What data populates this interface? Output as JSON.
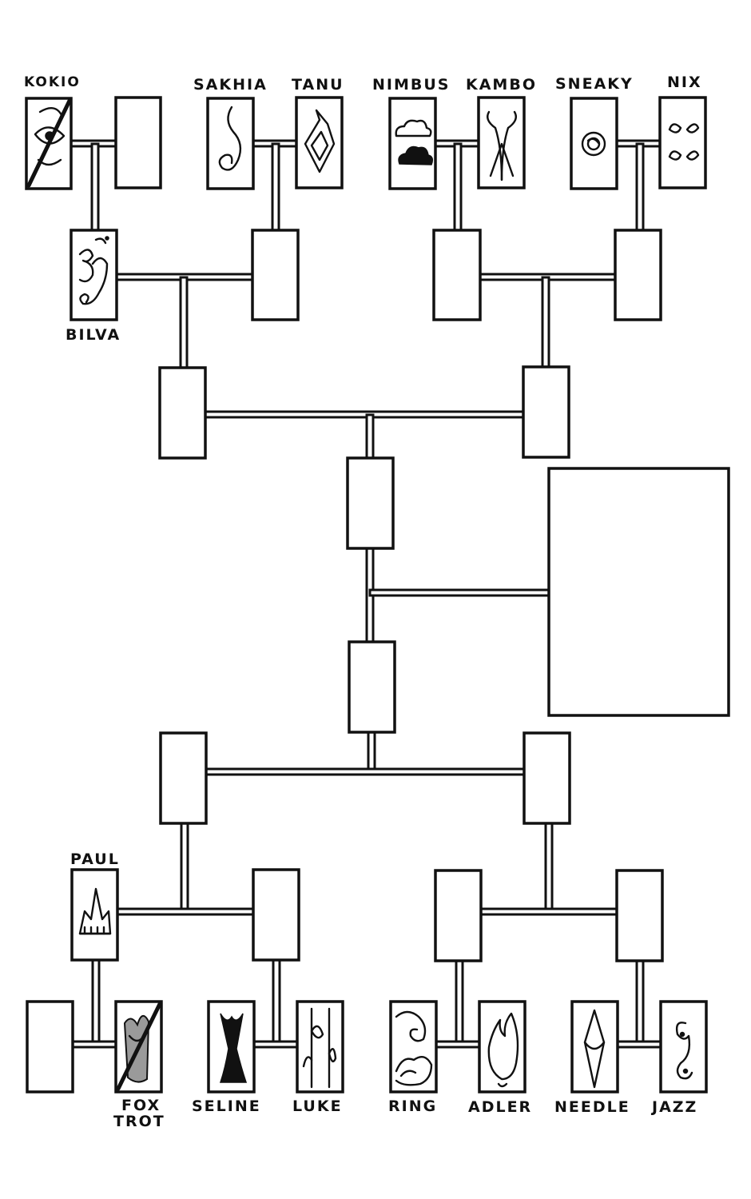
{
  "labels": {
    "kokio": "KOKIO",
    "sakhia": "SAKHIA",
    "tanu": "TANU",
    "nimbus": "NIMBUS",
    "kambo": "KAMBO",
    "sneaky": "SNEAKY",
    "nix": "NIX",
    "bilva": "BILVA",
    "paul": "PAUL",
    "fox_line1": "FOX",
    "fox_line2": "TROT",
    "seline": "SELINE",
    "luke": "LUKE",
    "ring": "RING",
    "adler": "ADLER",
    "needle": "NEEDLE",
    "jazz": "JAZZ"
  },
  "icons": {
    "kokio": "eye-glyph-icon",
    "sakhia": "spiral-glyph-icon",
    "tanu": "flame-diamond-glyph-icon",
    "nimbus": "cloud-glyph-icon",
    "kambo": "horned-glyph-icon",
    "sneaky": "swirl-circle-glyph-icon",
    "nix": "eyes-glyph-icon",
    "bilva": "om-glyph-icon",
    "paul": "crown-glyph-icon",
    "fox_trot": "fox-glyph-icon",
    "seline": "tower-glyph-icon",
    "luke": "leaf-glyph-icon",
    "ring": "wave-glyph-icon",
    "adler": "flame-glyph-icon",
    "needle": "needle-glyph-icon",
    "jazz": "treble-glyph-icon"
  },
  "deceased": [
    "kokio",
    "fox_trot"
  ],
  "colors": {
    "ink": "#111111",
    "paper": "#ffffff"
  }
}
